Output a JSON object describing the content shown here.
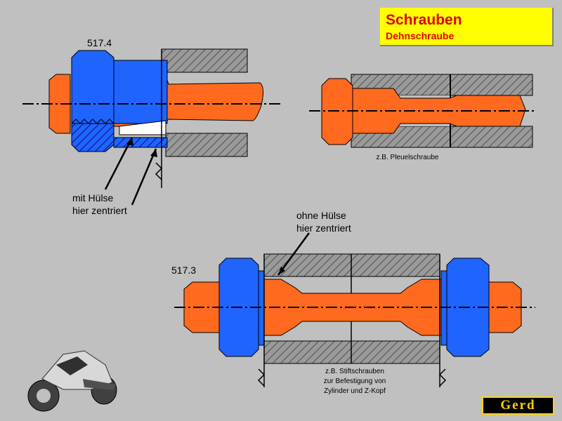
{
  "title": {
    "main": "Schrauben",
    "sub": "Dehnschraube"
  },
  "labels": {
    "part_517_4": "517.4",
    "part_517_3": "517.3",
    "mit_huelse_line1": "mit Hülse",
    "mit_huelse_line2": "hier zentriert",
    "ohne_huelse_line1": "ohne Hülse",
    "ohne_huelse_line2": "hier zentriert",
    "pleuel": "z.B. Pleuelschraube",
    "stift_line1": "z.B. Stiftschrauben",
    "stift_line2": "zur Befestigung von",
    "stift_line3": "Zylinder und Z-Kopf"
  },
  "logo": "Gerd",
  "colors": {
    "background": "#c0c0c0",
    "bolt": "#ff6a1f",
    "nut": "#1f64ff",
    "hatch": "#808080",
    "title_bg": "#ffff00",
    "title_text": "#e00000"
  }
}
